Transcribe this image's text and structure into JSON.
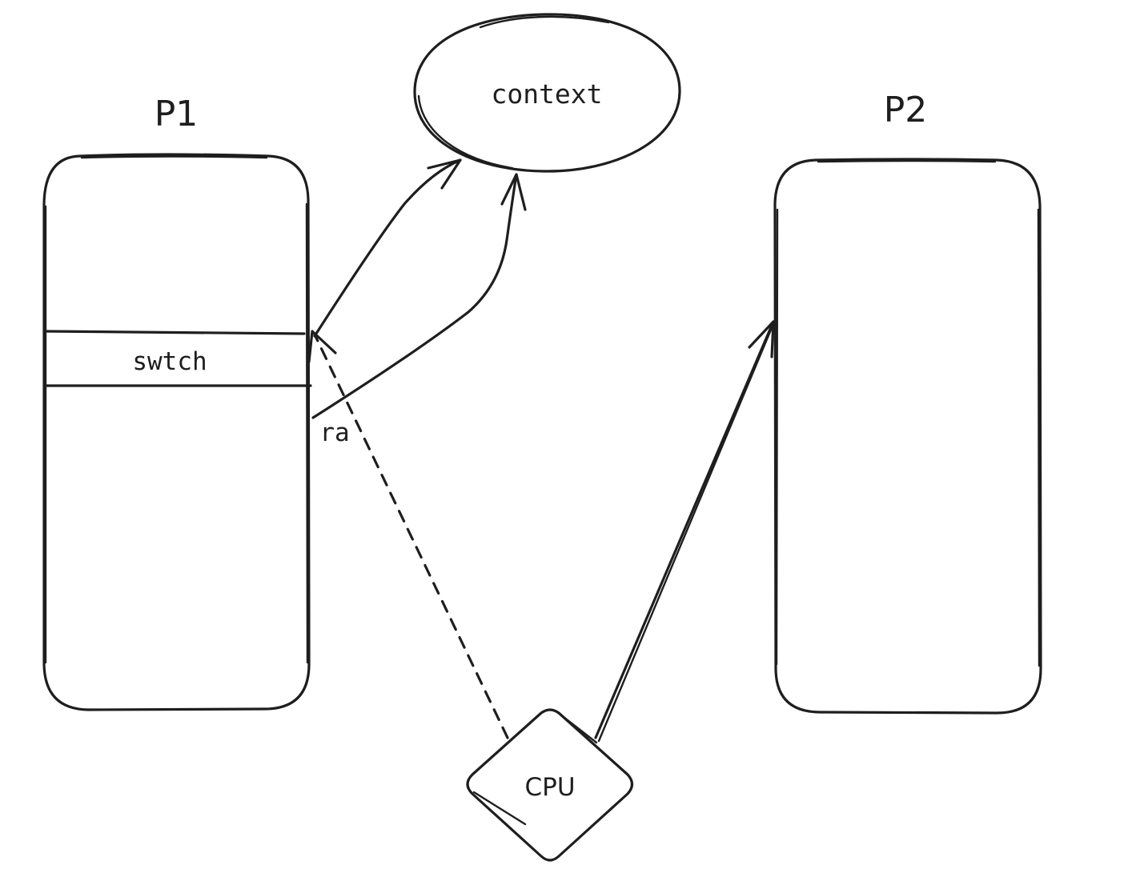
{
  "diagram": {
    "nodes": {
      "p1": {
        "title": "P1",
        "section_label": "swtch"
      },
      "p2": {
        "title": "P2"
      },
      "context": {
        "label": "context"
      },
      "cpu": {
        "label": "CPU"
      }
    },
    "edges": {
      "ra_label": "ra"
    },
    "colors": {
      "stroke": "#1e1e1e",
      "background": "#ffffff"
    }
  }
}
